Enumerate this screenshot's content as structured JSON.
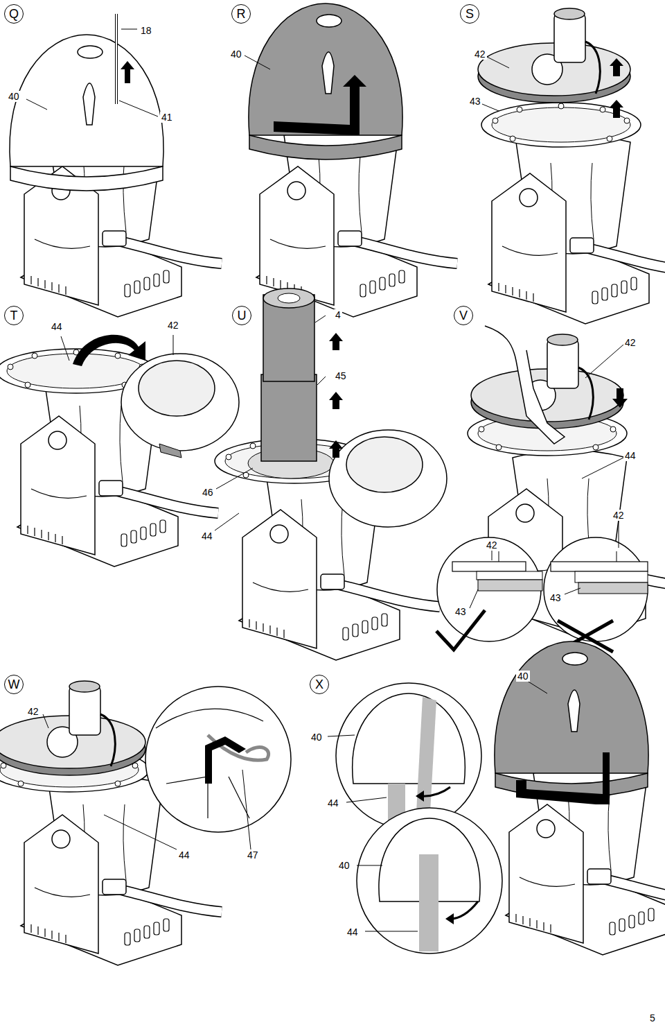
{
  "diagram": {
    "nodes": [
      {
        "text": [
          "Q"
        ]
      },
      {
        "text": [
          "R"
        ]
      },
      {
        "text": [
          "S"
        ]
      },
      {
        "text": [
          "T"
        ]
      },
      {
        "text": [
          "U"
        ]
      },
      {
        "text": [
          "V"
        ]
      },
      {
        "text": [
          "W"
        ]
      },
      {
        "text": [
          "X"
        ]
      }
    ],
    "labels": [
      "18",
      "40",
      "41",
      "40",
      "42",
      "43",
      "44",
      "42",
      "4",
      "45",
      "46",
      "44",
      "42",
      "44",
      "42",
      "42",
      "43",
      "43",
      "42",
      "44",
      "47",
      "40",
      "40",
      "44",
      "40",
      "44",
      "5"
    ]
  }
}
